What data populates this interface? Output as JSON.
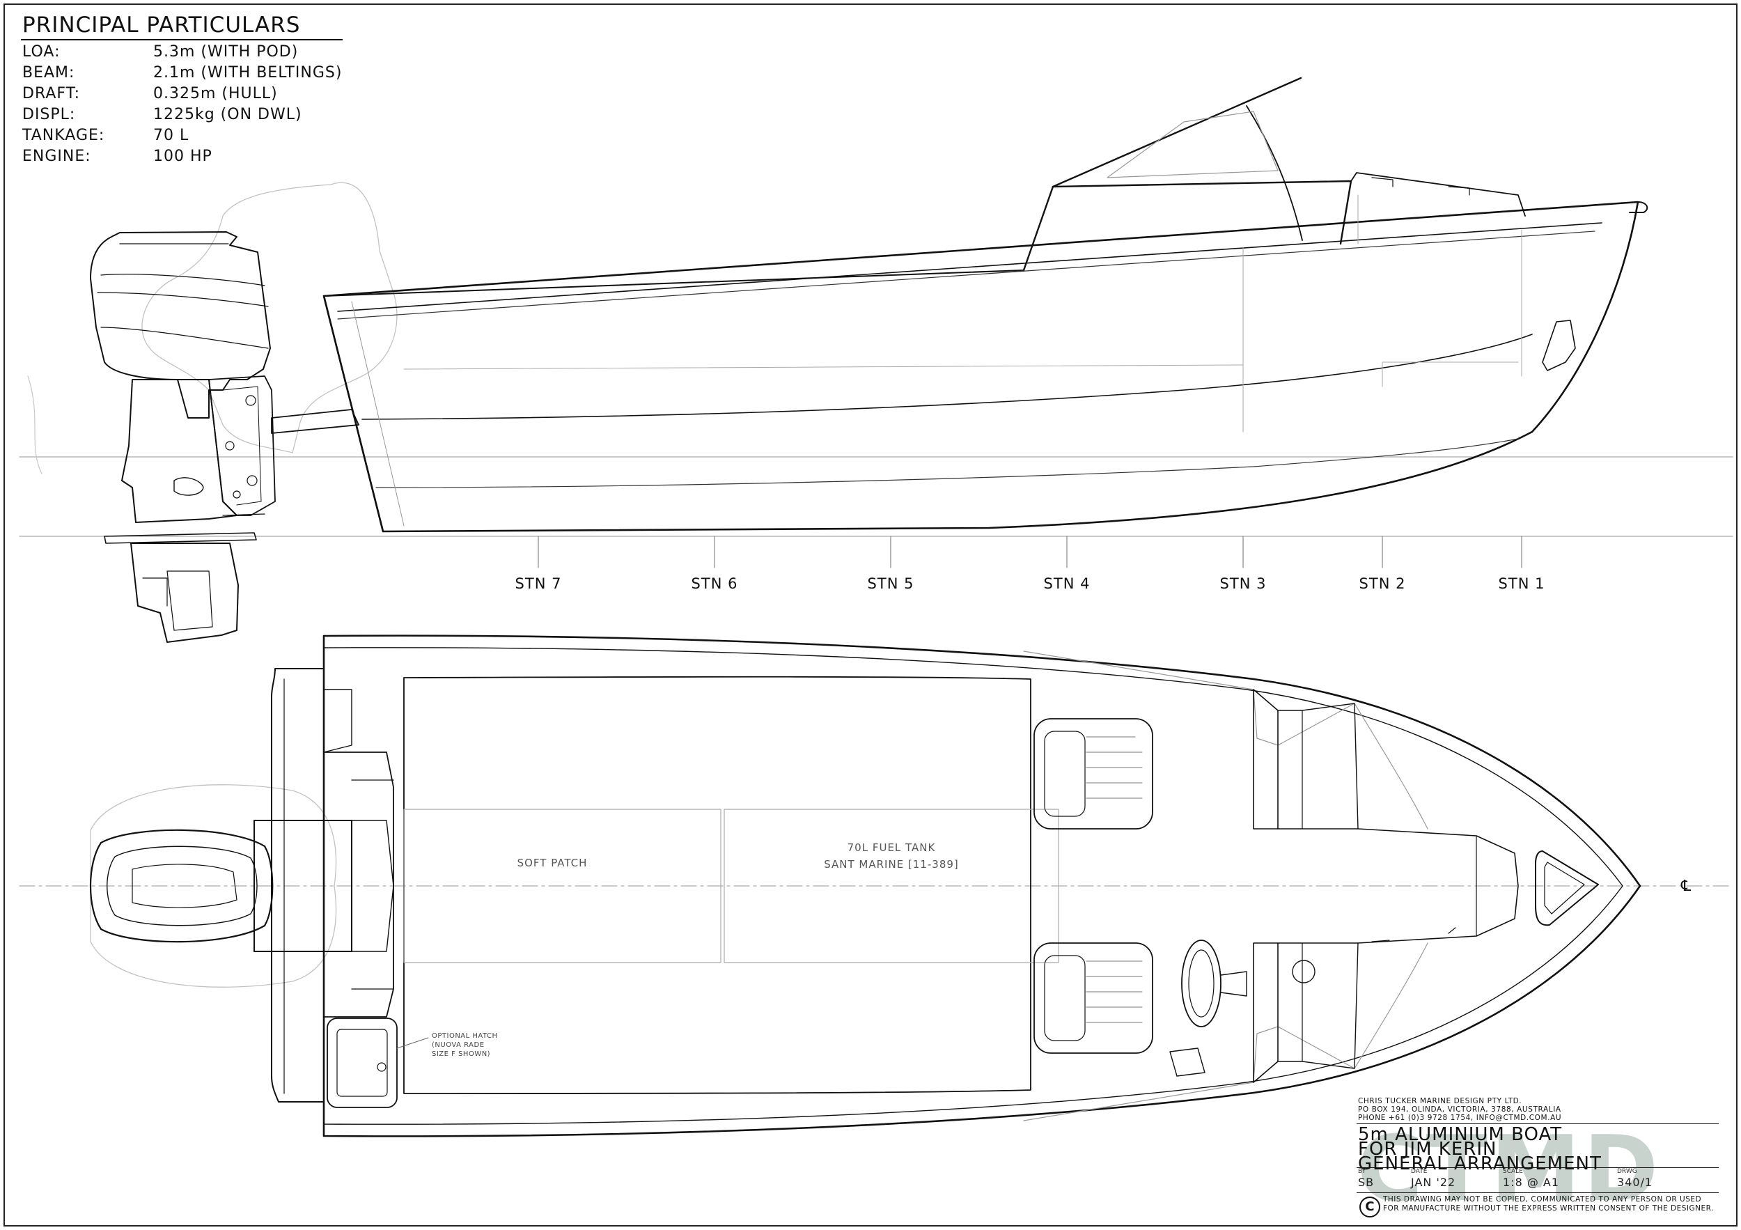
{
  "particulars": {
    "title": "PRINCIPAL PARTICULARS",
    "rows": [
      {
        "label": "LOA:",
        "value": "5.3m (WITH POD)"
      },
      {
        "label": "BEAM:",
        "value": "2.1m (WITH BELTINGS)"
      },
      {
        "label": "DRAFT:",
        "value": "0.325m (HULL)"
      },
      {
        "label": "DISPL:",
        "value": "1225kg (ON DWL)"
      },
      {
        "label": "TANKAGE:",
        "value": "70 L"
      },
      {
        "label": "ENGINE:",
        "value": "100 HP"
      }
    ]
  },
  "stations": [
    "STN 7",
    "STN 6",
    "STN 5",
    "STN 4",
    "STN 3",
    "STN 2",
    "STN 1"
  ],
  "plan_view": {
    "soft_patch": "SOFT PATCH",
    "fuel_tank_line1": "70L FUEL TANK",
    "fuel_tank_line2": "SANT MARINE [11-389]",
    "hatch_note_line1": "OPTIONAL HATCH",
    "hatch_note_line2": "(NUOVA RADE",
    "hatch_note_line3": "SIZE F SHOWN)",
    "centreline": "℄"
  },
  "title_block": {
    "company_line1": "CHRIS TUCKER MARINE DESIGN PTY LTD.",
    "company_line2": "PO BOX 194, OLINDA, VICTORIA, 3788, AUSTRALIA",
    "company_line3": "PHONE +61 (0)3 9728 1754, INFO@CTMD.COM.AU",
    "title_line1": "5m ALUMINIUM BOAT",
    "title_line2": "FOR JIM KERIN",
    "title_line3": "GENERAL ARRANGEMENT",
    "watermark": "CTMD",
    "by_label": "BY",
    "by_value": "SB",
    "date_label": "DATE",
    "date_value": "JAN '22",
    "scale_label": "SCALE",
    "scale_value": "1:8 @ A1",
    "drwg_label": "DRWG",
    "drwg_value": "340/1",
    "copyright_symbol": "C",
    "copyright": "THIS DRAWING MAY NOT BE COPIED, COMMUNICATED TO ANY PERSON OR USED FOR MANUFACTURE WITHOUT THE EXPRESS WRITTEN CONSENT OF THE DESIGNER."
  },
  "colors": {
    "ink": "#111111",
    "thin": "#777777",
    "faint": "#b5b5b5",
    "watermark": "#c9d3cd"
  }
}
